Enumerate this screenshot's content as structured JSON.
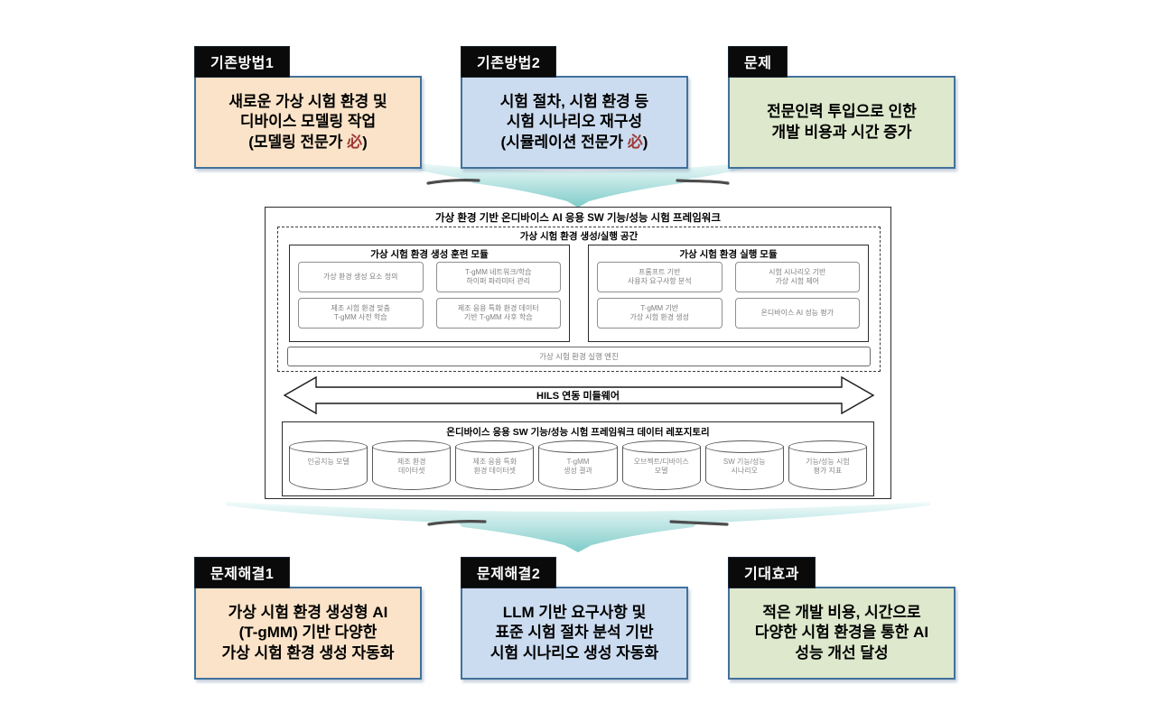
{
  "colors": {
    "peach": "#FAE3C8",
    "blue": "#CCDCF0",
    "green": "#DEE8CC",
    "callout_border": "#41719C",
    "header_bg": "#0a0a0a",
    "accent_red": "#9E3A38",
    "funnel_light": "#F2FBFB",
    "funnel_dark": "#7FCCC9"
  },
  "callouts": {
    "top": [
      {
        "header": "기존방법1",
        "style": "peach",
        "lines": [
          "새로운 가상 시험 환경 및",
          "디바이스 모델링 작업",
          "(모델링 전문가 必)"
        ]
      },
      {
        "header": "기존방법2",
        "style": "blue",
        "lines": [
          "시험 절차, 시험 환경 등",
          "시험 시나리오 재구성",
          "(시뮬레이션 전문가 必)"
        ]
      },
      {
        "header": "문제",
        "style": "green",
        "lines": [
          "전문인력 투입으로 인한",
          "개발 비용과 시간 증가"
        ]
      }
    ],
    "bottom": [
      {
        "header": "문제해결1",
        "style": "peach",
        "lines": [
          "가상 시험 환경 생성형 AI",
          "(T-gMM) 기반 다양한",
          "가상 시험 환경 생성 자동화"
        ]
      },
      {
        "header": "문제해결2",
        "style": "blue",
        "lines": [
          "LLM 기반 요구사항 및",
          "표준 시험 절차 분석 기반",
          "시험 시나리오 생성 자동화"
        ]
      },
      {
        "header": "기대효과",
        "style": "green",
        "lines": [
          "적은 개발 비용, 시간으로",
          "다양한 시험 환경을 통한 AI",
          "성능 개선 달성"
        ]
      }
    ]
  },
  "framework": {
    "title": "가상 환경 기반 온디바이스 AI 응용 SW 기능/성능 시험 프레임워크",
    "space_title": "가상 시험 환경 생성/실행 공간",
    "modules": [
      {
        "title": "가상 시험 환경 생성 훈련 모듈",
        "cells": [
          "가상 환경 생성 요소 정의",
          "T-gMM 네트워크/학습\n하이퍼 파라미터 관리",
          "제조 시험 환경 맞춤\nT-gMM 사전 학습",
          "제조 응용 특화 환경 데이터\n기반 T-gMM 사후 학습"
        ]
      },
      {
        "title": "가상 시험 환경 실행 모듈",
        "cells": [
          "프롬프트 기반\n사용자 요구사항 분석",
          "시험 시나리오 기반\n가상 시험 제어",
          "T-gMM 기반\n가상 시험 환경 생성",
          "온디바이스 AI 성능 평가"
        ]
      }
    ],
    "engine": "가상 시험 환경 실행 엔진",
    "hils": "HILS 연동 미들웨어",
    "repository": {
      "title": "온디바이스 응용 SW 기능/성능 시험 프레임워크 데이터 레포지토리",
      "cylinders": [
        "인공지능 모델",
        "제조 환경\n데이터셋",
        "제조 응용 특화\n환경 데이터셋",
        "T-gMM\n생성 결과",
        "오브젝트/디바이스\n모델",
        "SW 기능/성능\n시나리오",
        "기능/성능 시험\n평가 지표"
      ]
    }
  }
}
